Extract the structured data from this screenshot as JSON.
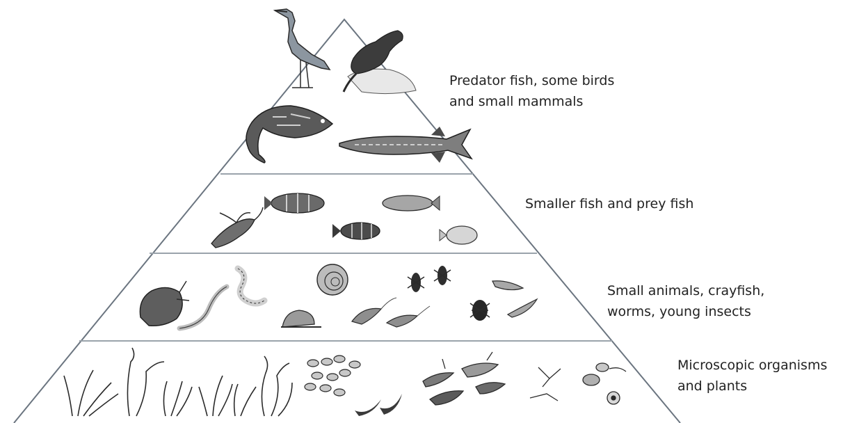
{
  "pyramid": {
    "tiers": [
      {
        "id": "top",
        "label_lines": [
          "Predator fish, some birds",
          "and small mammals"
        ],
        "organisms": [
          "heron",
          "otter",
          "bass",
          "pike"
        ]
      },
      {
        "id": "second",
        "label_lines": [
          "Smaller fish and prey fish"
        ],
        "organisms": [
          "crayfish",
          "striped-fish",
          "perch",
          "minnow",
          "round-fish"
        ]
      },
      {
        "id": "third",
        "label_lines": [
          "Small animals, crayfish,",
          "worms, young insects"
        ],
        "organisms": [
          "beetle-larva",
          "worm",
          "earthworm",
          "snail",
          "ammonite-shell",
          "shrimp",
          "water-bug",
          "diving-beetle",
          "leech"
        ]
      },
      {
        "id": "base",
        "label_lines": [
          "Microscopic organisms",
          "and plants"
        ],
        "organisms": [
          "seaweed",
          "algae-cells",
          "diatoms",
          "zooplankton",
          "protozoa"
        ]
      }
    ]
  },
  "colors": {
    "outline": "#6b7580",
    "divider": "#9aa3ab",
    "ink": "#2a2a2a",
    "mid": "#8a8a8a",
    "light": "#c8c8c8"
  }
}
